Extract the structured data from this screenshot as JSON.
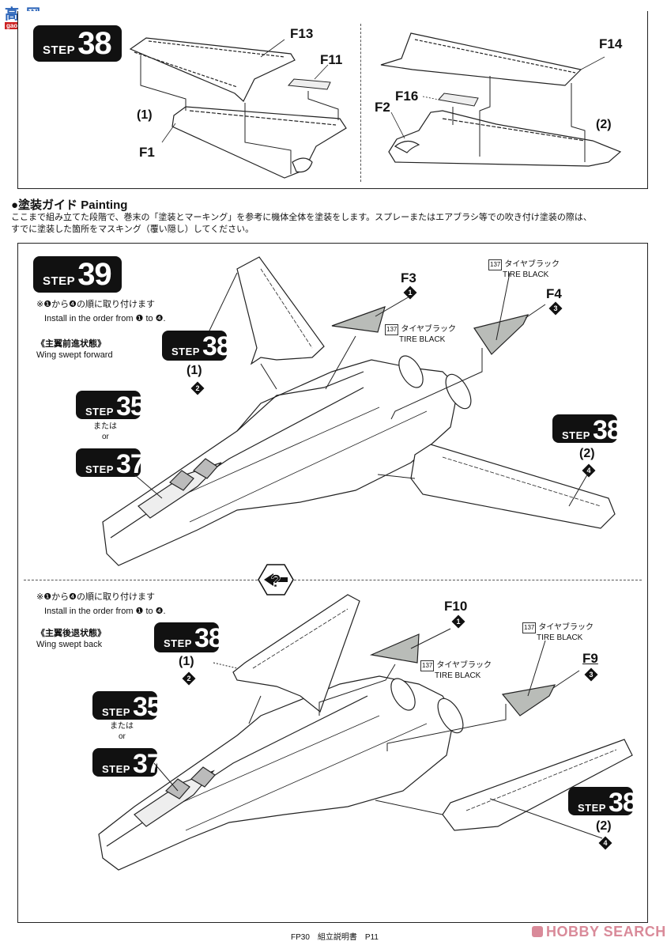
{
  "watermark": {
    "top": "高 网",
    "bottom": "gao-shou.com"
  },
  "step38_top": {
    "badge": {
      "label": "STEP",
      "number": "38"
    },
    "left_assembly": {
      "label": "(1)",
      "parts": [
        "F13",
        "F11",
        "F1"
      ]
    },
    "right_assembly": {
      "label": "(2)",
      "parts": [
        "F14",
        "F16",
        "F2"
      ]
    }
  },
  "painting_guide": {
    "heading": "●塗装ガイド Painting",
    "text_line1": "ここまで組み立てた段階で、巻末の「塗装とマーキング」を参考に機体全体を塗装をします。スプレーまたはエアブラシ等での吹き付け塗装の際は、",
    "text_line2": "すでに塗装した箇所をマスキング（覆い隠し）してください。"
  },
  "step39": {
    "badge": {
      "label": "STEP",
      "number": "39"
    },
    "instruction_jp": "※❶から❹の順に取り付けます",
    "instruction_en": "Install in the order from ❶ to ❹.",
    "forward": {
      "title_jp": "《主翼前進状態》",
      "title_en": "Wing swept forward",
      "step38_left": {
        "label": "STEP",
        "number": "38",
        "sub": "(1)",
        "order": "2"
      },
      "step35": {
        "label": "STEP",
        "number": "35"
      },
      "or_jp": "または",
      "or_en": "or",
      "step37": {
        "label": "STEP",
        "number": "37"
      },
      "step38_right": {
        "label": "STEP",
        "number": "38",
        "sub": "(2)",
        "order": "4"
      },
      "partA": {
        "name": "F3",
        "order": "1",
        "paint_code": "137",
        "paint_jp": "タイヤブラック",
        "paint_en": "TIRE BLACK"
      },
      "partB": {
        "name": "F4",
        "order": "3",
        "paint_code": "137",
        "paint_jp": "タイヤブラック",
        "paint_en": "TIRE BLACK"
      }
    },
    "back": {
      "title_jp": "《主翼後退状態》",
      "title_en": "Wing swept back",
      "step38_left": {
        "label": "STEP",
        "number": "38",
        "sub": "(1)",
        "order": "2"
      },
      "step35": {
        "label": "STEP",
        "number": "35"
      },
      "or_jp": "または",
      "or_en": "or",
      "step37": {
        "label": "STEP",
        "number": "37"
      },
      "step38_right": {
        "label": "STEP",
        "number": "38",
        "sub": "(2)",
        "order": "4"
      },
      "partA": {
        "name": "F10",
        "order": "1",
        "paint_code": "137",
        "paint_jp": "タイヤブラック",
        "paint_en": "TIRE BLACK"
      },
      "partB": {
        "name": "F9",
        "order": "3",
        "paint_code": "137",
        "paint_jp": "タイヤブラック",
        "paint_en": "TIRE BLACK"
      }
    },
    "choice_icon": "?"
  },
  "footer": {
    "text": "FP30　組立説明書　P11",
    "brand": "HOBBY SEARCH"
  },
  "colors": {
    "part_fill": "#b9bcb8",
    "badge": "#111111",
    "brand": "#d98a99"
  }
}
